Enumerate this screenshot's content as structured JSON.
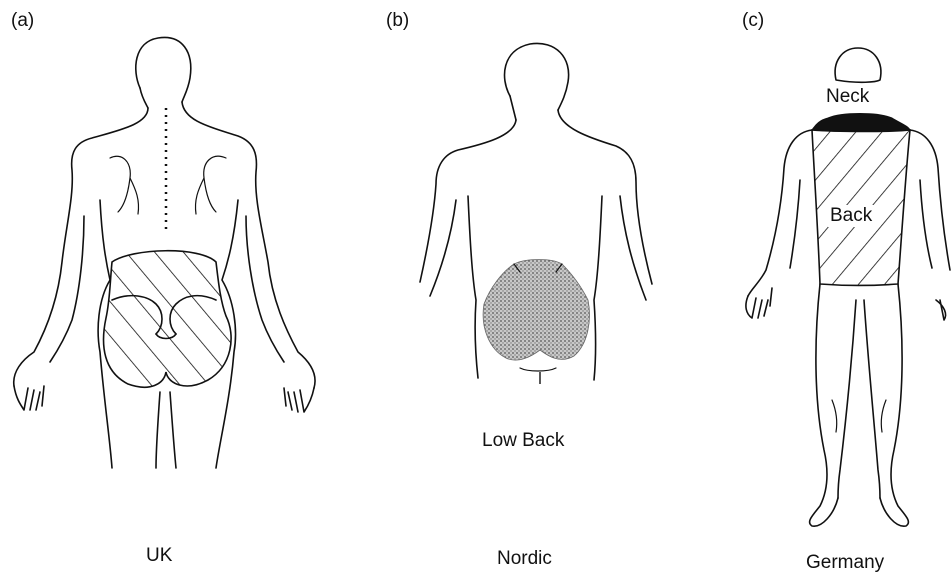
{
  "panels": [
    {
      "letter": "(a)",
      "caption": "UK",
      "region_fill": "hatched"
    },
    {
      "letter": "(b)",
      "caption": "Nordic",
      "region_label": "Low Back",
      "region_fill": "stippled"
    },
    {
      "letter": "(c)",
      "caption": "Germany",
      "region_labels": [
        "Neck",
        "Back"
      ],
      "region_fill": "hatched + solid"
    }
  ],
  "colors": {
    "line": "#111111",
    "stipple": "#9a9a9a",
    "background": "#ffffff"
  }
}
